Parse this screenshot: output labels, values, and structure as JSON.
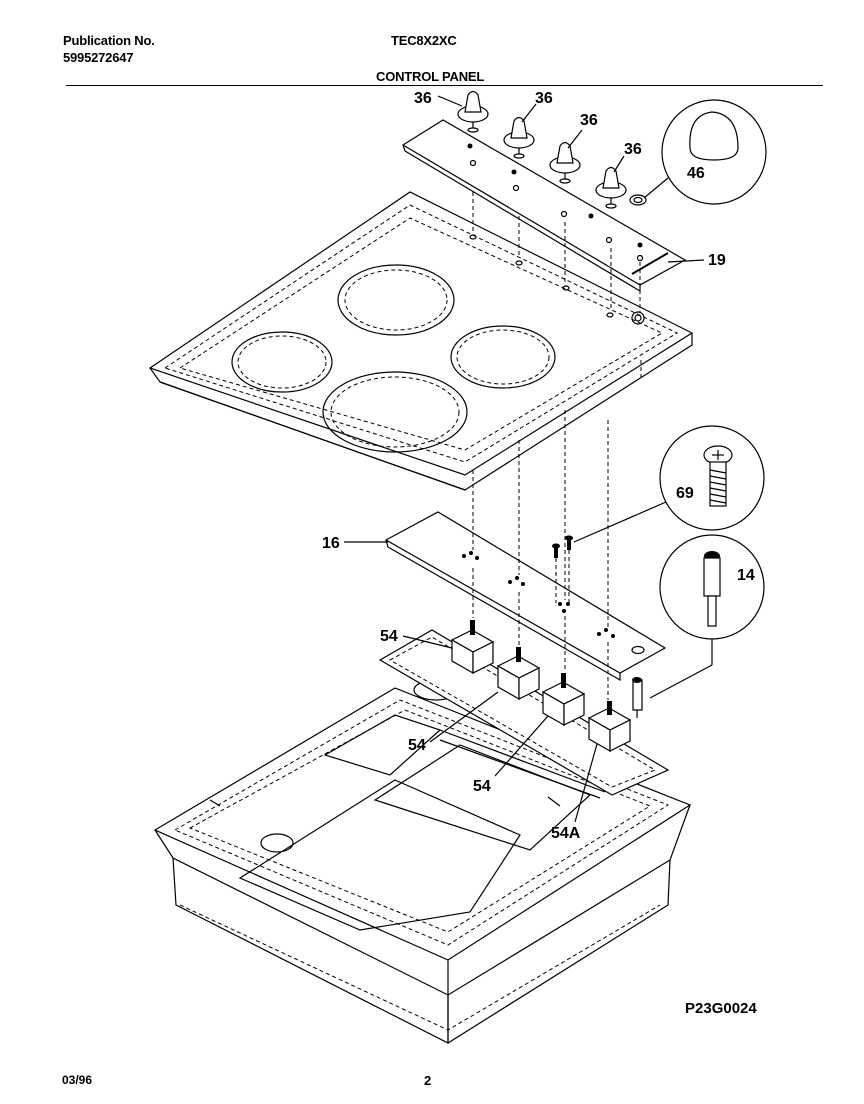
{
  "header": {
    "publication_label": "Publication No.",
    "publication_number": "5995272647",
    "model": "TEC8X2XC",
    "section_title": "CONTROL PANEL"
  },
  "callouts": {
    "knob_1": "36",
    "knob_2": "36",
    "knob_3": "36",
    "knob_4": "36",
    "knob_cap": "46",
    "control_panel": "19",
    "bracket": "16",
    "screw": "69",
    "indicator": "14",
    "switch_1": "54",
    "switch_2": "54",
    "switch_3": "54",
    "switch_4": "54A"
  },
  "footer": {
    "drawing_code": "P23G0024",
    "date": "03/96",
    "page_number": "2"
  }
}
